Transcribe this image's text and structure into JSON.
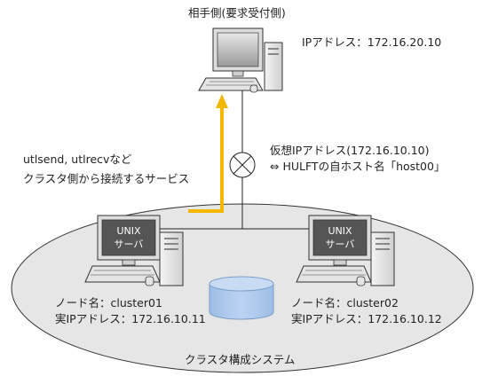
{
  "top_host": {
    "title": "相手側(要求受付側)",
    "ip": "IPアドレス：172.16.20.10"
  },
  "services": {
    "line1": "utlsend, utlrecvなど",
    "line2": "クラスタ側から接続するサービス"
  },
  "virtual": {
    "line1": "仮想IPアドレス(172.16.10.10)",
    "line2": "⇔ HULFTの自ホスト名「host00」"
  },
  "server_left": {
    "screen_line1": "UNIX",
    "screen_line2": "サーバ",
    "node": "ノード名：cluster01",
    "ip": "実IPアドレス：172.16.10.11"
  },
  "server_right": {
    "screen_line1": "UNIX",
    "screen_line2": "サーバ",
    "node": "ノード名：cluster02",
    "ip": "実IPアドレス：172.16.10.12"
  },
  "cluster": {
    "label": "クラスタ構成システム"
  },
  "colors": {
    "arrow": "#f5b800",
    "ellipse_fill": "#e6e6e6",
    "disk_fill": "#a9c6ea",
    "screen_fill": "#555555"
  }
}
